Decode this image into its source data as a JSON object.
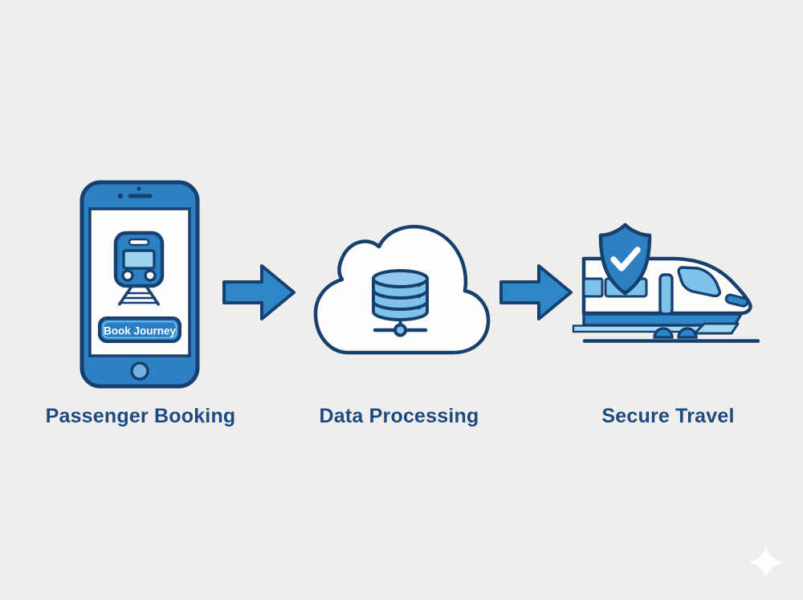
{
  "canvas": {
    "background": "#efeeec"
  },
  "colors": {
    "primary_blue": "#2e80c4",
    "arrow_blue": "#2e86c8",
    "light_blue": "#7fc2e9",
    "pale_blue": "#a6d7f2",
    "outline_navy": "#16406e",
    "label_navy": "#1b4b80",
    "white": "#ffffff"
  },
  "steps": [
    {
      "id": "passenger-booking",
      "label": "Passenger Booking",
      "icon": "smartphone-booking-icon",
      "phone_button_label": "Book Journey"
    },
    {
      "id": "data-processing",
      "label": "Data Processing",
      "icon": "cloud-database-icon"
    },
    {
      "id": "secure-travel",
      "label": "Secure Travel",
      "icon": "secure-train-shield-icon"
    }
  ],
  "connectors": [
    {
      "icon": "arrow-right-icon"
    },
    {
      "icon": "arrow-right-icon"
    }
  ],
  "watermark": {
    "icon": "sparkle-icon"
  }
}
